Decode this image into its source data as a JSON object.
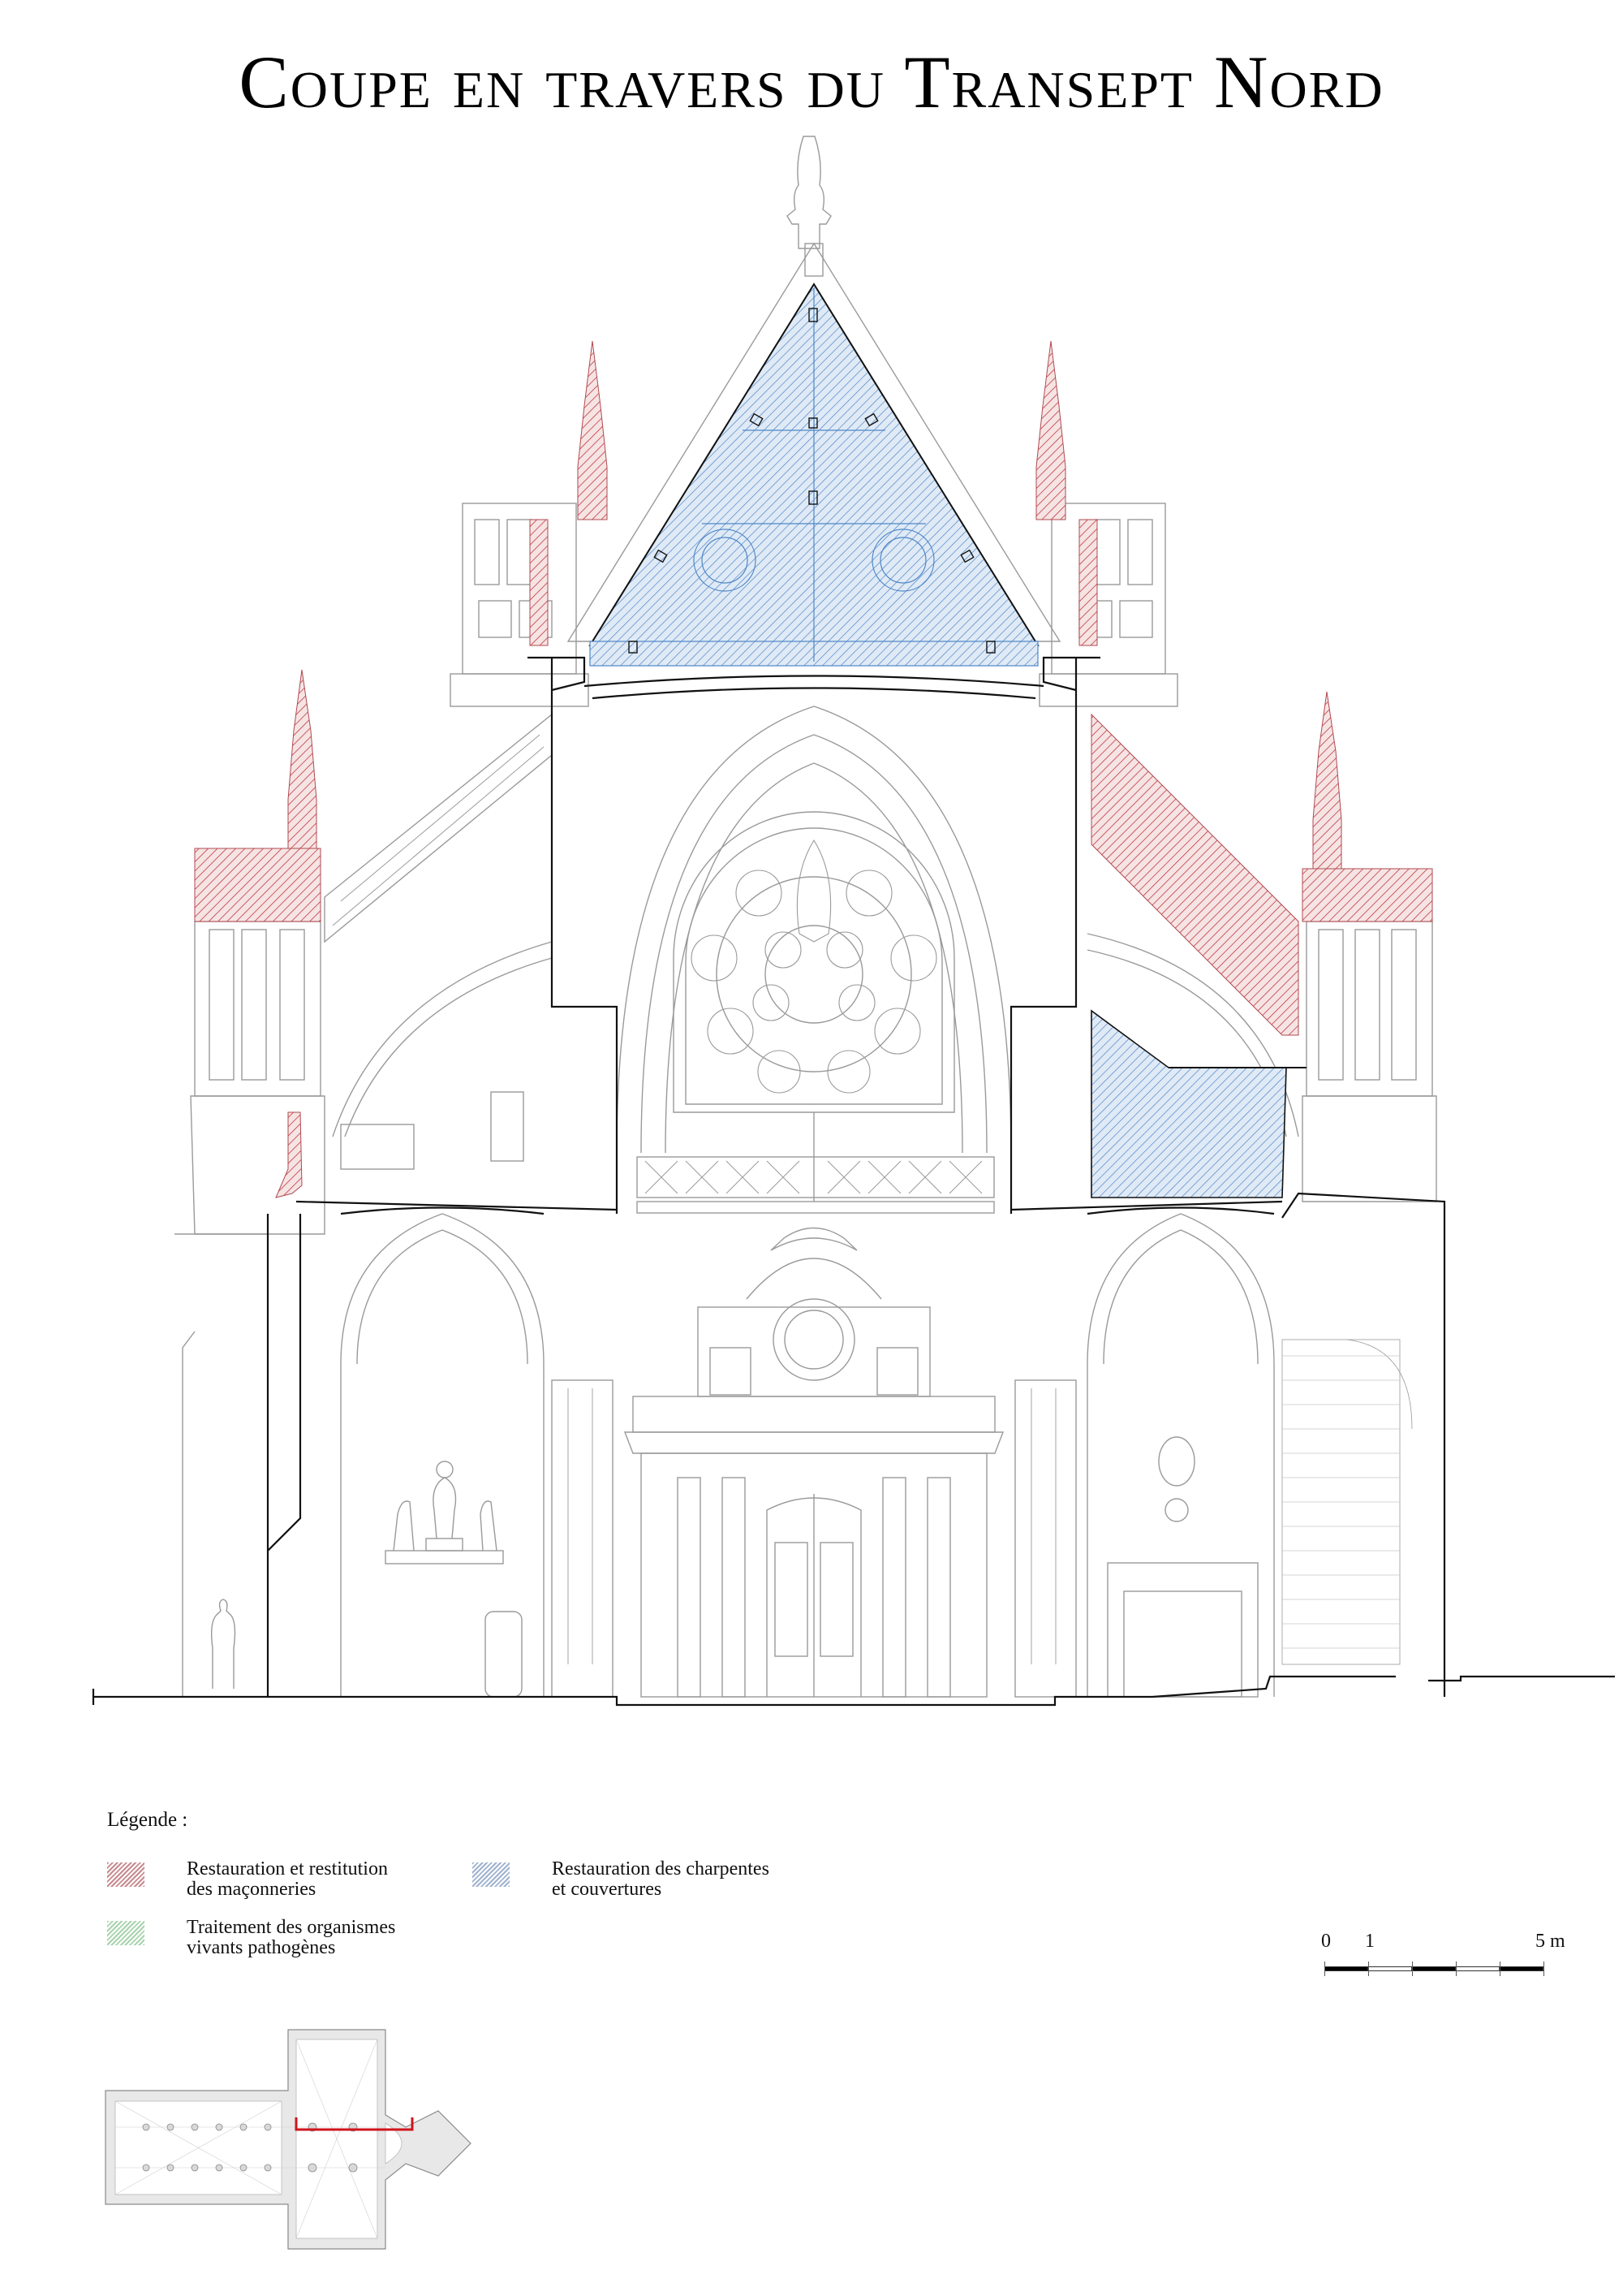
{
  "title": "Coupe en travers du Transept Nord",
  "legend": {
    "heading": "Légende :",
    "items": [
      {
        "id": "maconneries",
        "label_line1": "Restauration et restitution",
        "label_line2": "des maçonneries",
        "color": "#c88a8d"
      },
      {
        "id": "charpentes",
        "label_line1": "Restauration des charpentes",
        "label_line2": "et couvertures",
        "color": "#9fb2cf"
      },
      {
        "id": "organismes",
        "label_line1": "Traitement des organismes",
        "label_line2": "vivants pathogènes",
        "color": "#a8d3ad"
      }
    ]
  },
  "scale_bar": {
    "labels": {
      "zero": "0",
      "one": "1",
      "five": "5 m"
    },
    "segments": 5
  },
  "colors": {
    "masonry_hatch": "#c0393f",
    "roof_hatch": "#4f86c6",
    "section_line": "#111111",
    "elevation_line": "#9a9a9a",
    "plan_fill": "#e8e8e8",
    "section_marker": "#d0141c"
  }
}
